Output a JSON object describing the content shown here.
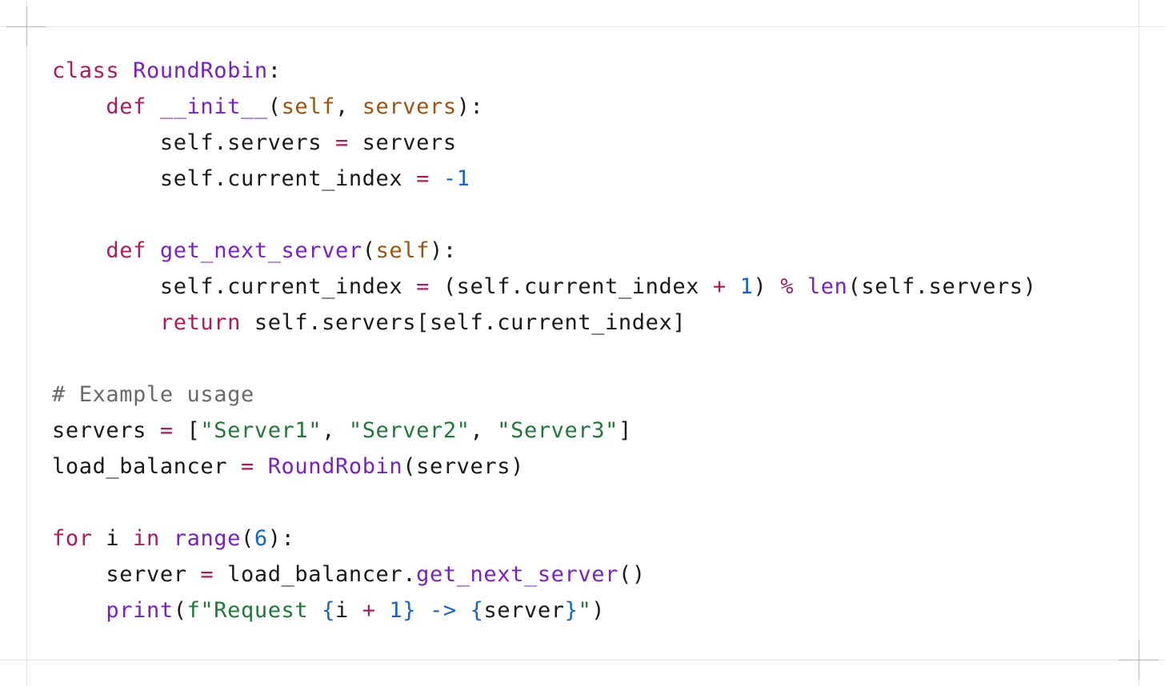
{
  "editor": {
    "language": "python",
    "lines": [
      [
        {
          "t": "kw",
          "v": "class"
        },
        {
          "t": "",
          "v": " "
        },
        {
          "t": "fn",
          "v": "RoundRobin"
        },
        {
          "t": "",
          "v": ":"
        }
      ],
      [
        {
          "t": "",
          "v": "    "
        },
        {
          "t": "kw",
          "v": "def"
        },
        {
          "t": "",
          "v": " "
        },
        {
          "t": "fn",
          "v": "__init__"
        },
        {
          "t": "",
          "v": "("
        },
        {
          "t": "param",
          "v": "self"
        },
        {
          "t": "",
          "v": ", "
        },
        {
          "t": "param",
          "v": "servers"
        },
        {
          "t": "",
          "v": "):"
        }
      ],
      [
        {
          "t": "",
          "v": "        self.servers "
        },
        {
          "t": "op",
          "v": "="
        },
        {
          "t": "",
          "v": " servers"
        }
      ],
      [
        {
          "t": "",
          "v": "        self.current_index "
        },
        {
          "t": "op",
          "v": "="
        },
        {
          "t": "",
          "v": " "
        },
        {
          "t": "num",
          "v": "-1"
        }
      ],
      [],
      [
        {
          "t": "",
          "v": "    "
        },
        {
          "t": "kw",
          "v": "def"
        },
        {
          "t": "",
          "v": " "
        },
        {
          "t": "fn",
          "v": "get_next_server"
        },
        {
          "t": "",
          "v": "("
        },
        {
          "t": "param",
          "v": "self"
        },
        {
          "t": "",
          "v": "):"
        }
      ],
      [
        {
          "t": "",
          "v": "        self.current_index "
        },
        {
          "t": "op",
          "v": "="
        },
        {
          "t": "",
          "v": " (self.current_index "
        },
        {
          "t": "op",
          "v": "+"
        },
        {
          "t": "",
          "v": " "
        },
        {
          "t": "num",
          "v": "1"
        },
        {
          "t": "",
          "v": ") "
        },
        {
          "t": "op",
          "v": "%"
        },
        {
          "t": "",
          "v": " "
        },
        {
          "t": "bi",
          "v": "len"
        },
        {
          "t": "",
          "v": "(self.servers)"
        }
      ],
      [
        {
          "t": "",
          "v": "        "
        },
        {
          "t": "kw",
          "v": "return"
        },
        {
          "t": "",
          "v": " self.servers[self.current_index]"
        }
      ],
      [],
      [
        {
          "t": "cmt",
          "v": "# Example usage"
        }
      ],
      [
        {
          "t": "",
          "v": "servers "
        },
        {
          "t": "op",
          "v": "="
        },
        {
          "t": "",
          "v": " ["
        },
        {
          "t": "str",
          "v": "\"Server1\""
        },
        {
          "t": "",
          "v": ", "
        },
        {
          "t": "str",
          "v": "\"Server2\""
        },
        {
          "t": "",
          "v": ", "
        },
        {
          "t": "str",
          "v": "\"Server3\""
        },
        {
          "t": "",
          "v": "]"
        }
      ],
      [
        {
          "t": "",
          "v": "load_balancer "
        },
        {
          "t": "op",
          "v": "="
        },
        {
          "t": "",
          "v": " "
        },
        {
          "t": "fn",
          "v": "RoundRobin"
        },
        {
          "t": "",
          "v": "(servers)"
        }
      ],
      [],
      [
        {
          "t": "kw",
          "v": "for"
        },
        {
          "t": "",
          "v": " i "
        },
        {
          "t": "kw",
          "v": "in"
        },
        {
          "t": "",
          "v": " "
        },
        {
          "t": "bi",
          "v": "range"
        },
        {
          "t": "",
          "v": "("
        },
        {
          "t": "num",
          "v": "6"
        },
        {
          "t": "",
          "v": "):"
        }
      ],
      [
        {
          "t": "",
          "v": "    server "
        },
        {
          "t": "op",
          "v": "="
        },
        {
          "t": "",
          "v": " load_balancer."
        },
        {
          "t": "fn",
          "v": "get_next_server"
        },
        {
          "t": "",
          "v": "()"
        }
      ],
      [
        {
          "t": "",
          "v": "    "
        },
        {
          "t": "bi",
          "v": "print"
        },
        {
          "t": "",
          "v": "("
        },
        {
          "t": "str",
          "v": "f\"Request "
        },
        {
          "t": "fi",
          "v": "{"
        },
        {
          "t": "",
          "v": "i "
        },
        {
          "t": "op",
          "v": "+"
        },
        {
          "t": "",
          "v": " "
        },
        {
          "t": "num",
          "v": "1"
        },
        {
          "t": "fi",
          "v": "}"
        },
        {
          "t": "str",
          "v": " "
        },
        {
          "t": "fi",
          "v": "->"
        },
        {
          "t": "str",
          "v": " "
        },
        {
          "t": "fi",
          "v": "{"
        },
        {
          "t": "",
          "v": "server"
        },
        {
          "t": "fi",
          "v": "}"
        },
        {
          "t": "str",
          "v": "\""
        },
        {
          "t": "",
          "v": ")"
        }
      ]
    ]
  },
  "theme": {
    "keyword": "#b3195a",
    "function": "#7a1fc9",
    "parameter": "#a0520a",
    "number": "#1264d6",
    "string": "#1e7a34",
    "comment": "#6a6a6a",
    "text": "#1a1a1a",
    "background": "#ffffff"
  }
}
